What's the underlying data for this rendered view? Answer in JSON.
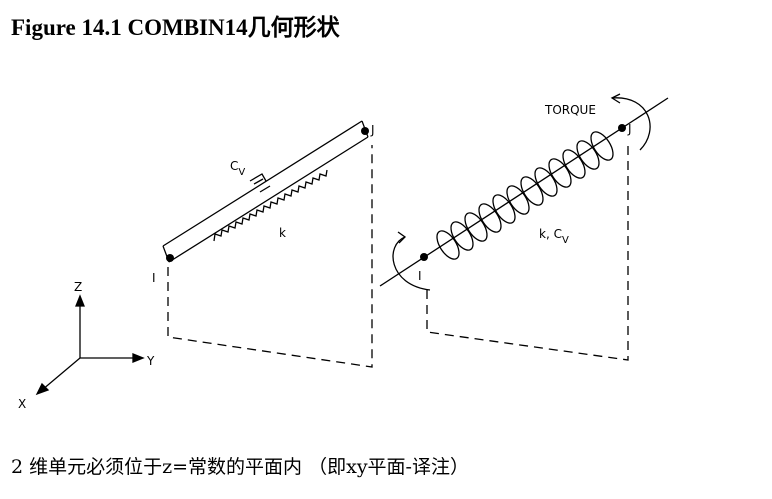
{
  "figure": {
    "title": "Figure 14.1  COMBIN14几何形状",
    "caption": "2 维单元必须位于z=常数的平面内  （即xy平面-译注）"
  },
  "left_element": {
    "node_i": "I",
    "node_j": "J",
    "damper_label_main": "C",
    "damper_label_sub": "V",
    "spring_label": "k"
  },
  "right_element": {
    "node_i": "I",
    "node_j": "J",
    "torque_label": "TORQUE",
    "property_label_main": "k, C",
    "property_label_sub": "V"
  },
  "axes": {
    "x_label": "X",
    "y_label": "Y",
    "z_label": "Z"
  }
}
